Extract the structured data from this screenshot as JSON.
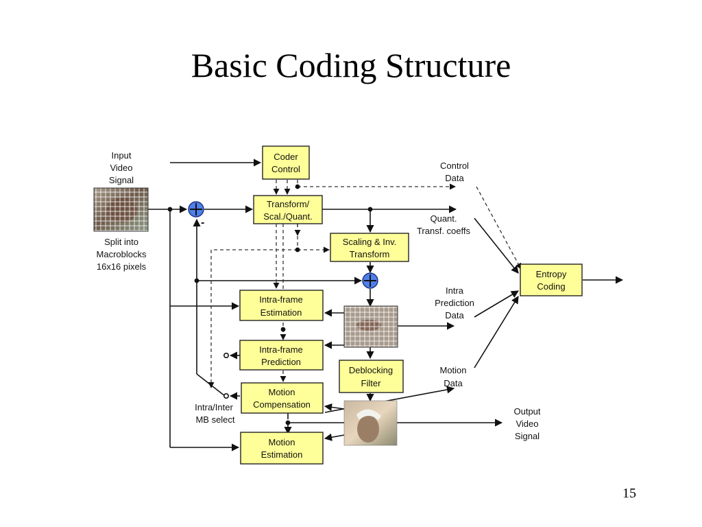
{
  "slide": {
    "title": "Basic Coding Structure",
    "page_number": "15"
  },
  "labels": {
    "input_signal": [
      "Input",
      "Video",
      "Signal"
    ],
    "split_into": [
      "Split into",
      "Macroblocks",
      "16x16 pixels"
    ],
    "control_data": [
      "Control",
      "Data"
    ],
    "quant_coeffs": [
      "Quant.",
      "Transf. coeffs"
    ],
    "intra_pred_data": [
      "Intra",
      "Prediction",
      "Data"
    ],
    "motion_data": [
      "Motion",
      "Data"
    ],
    "output_signal": [
      "Output",
      "Video",
      "Signal"
    ],
    "intra_inter_select": [
      "Intra/Inter",
      "MB select"
    ],
    "minus_sign": "-"
  },
  "blocks": {
    "coder_control": [
      "Coder",
      "Control"
    ],
    "transform_quant": [
      "Transform/",
      "Scal./Quant."
    ],
    "scaling_inv_transform": [
      "Scaling & Inv.",
      "Transform"
    ],
    "intra_estimation": [
      "Intra-frame",
      "Estimation"
    ],
    "intra_prediction": [
      "Intra-frame",
      "Prediction"
    ],
    "motion_compensation": [
      "Motion",
      "Compensation"
    ],
    "motion_estimation": [
      "Motion",
      "Estimation"
    ],
    "deblocking_filter": [
      "Deblocking",
      "Filter"
    ],
    "entropy_coding": [
      "Entropy",
      "Coding"
    ]
  },
  "colors": {
    "block_fill": "#ffff99",
    "summer_fill": "#4f7fe8"
  }
}
